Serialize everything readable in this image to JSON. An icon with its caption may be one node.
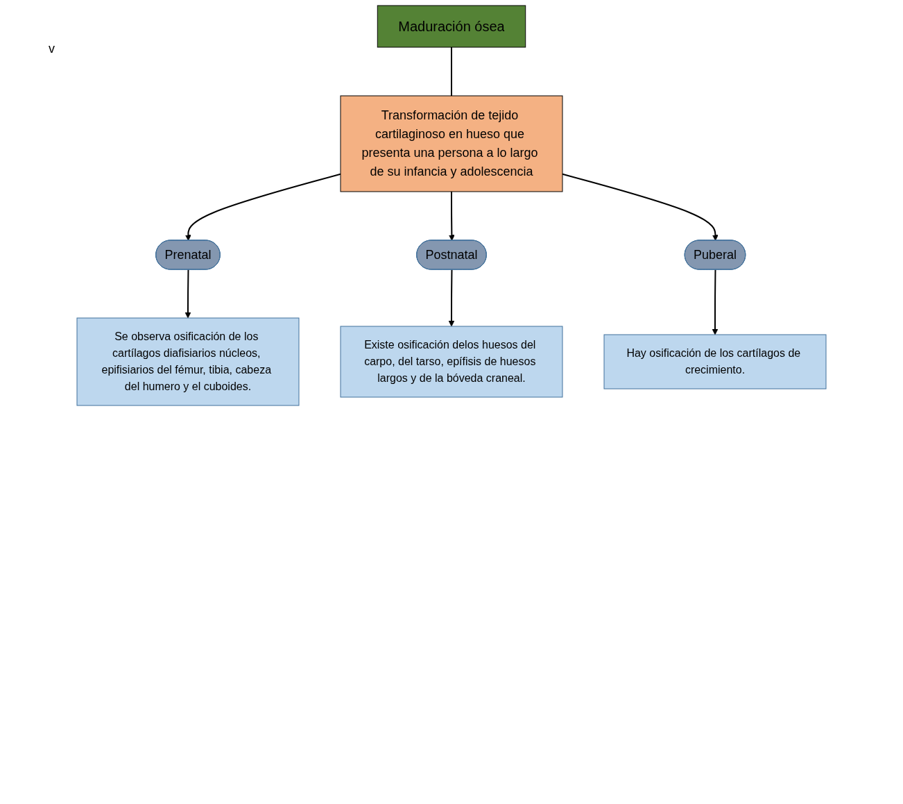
{
  "diagram": {
    "nodes": [
      {
        "text": [
          "Maduración ósea"
        ]
      },
      {
        "text": [
          "Transformación de tejido cartilaginoso en hueso que presenta una persona a lo largo de su infancia y adolescencia"
        ]
      },
      {
        "text": [
          "Prenatal"
        ]
      },
      {
        "text": [
          "Postnatal"
        ]
      },
      {
        "text": [
          "Puberal"
        ]
      },
      {
        "text": [
          "Se observa osificación de los cartílagos diafisiarios núcleos, epifisiarios del fémur, tibia, cabeza del humero y el cuboides."
        ]
      },
      {
        "text": [
          "Existe osificación delos huesos del carpo, del tarso, epífisis de huesos largos y de la bóveda craneal."
        ]
      },
      {
        "text": [
          "Hay osificación de los cartílagos de crecimiento."
        ]
      }
    ],
    "edges": [
      {
        "from": 0,
        "to": 1,
        "arrow": "none"
      },
      {
        "from": 1,
        "to": 2,
        "arrow": "to"
      },
      {
        "from": 1,
        "to": 3,
        "arrow": "to"
      },
      {
        "from": 1,
        "to": 4,
        "arrow": "to"
      },
      {
        "from": 2,
        "to": 5,
        "arrow": "to"
      },
      {
        "from": 3,
        "to": 6,
        "arrow": "to"
      },
      {
        "from": 4,
        "to": 7,
        "arrow": "to"
      }
    ],
    "labels": [
      "v"
    ]
  }
}
